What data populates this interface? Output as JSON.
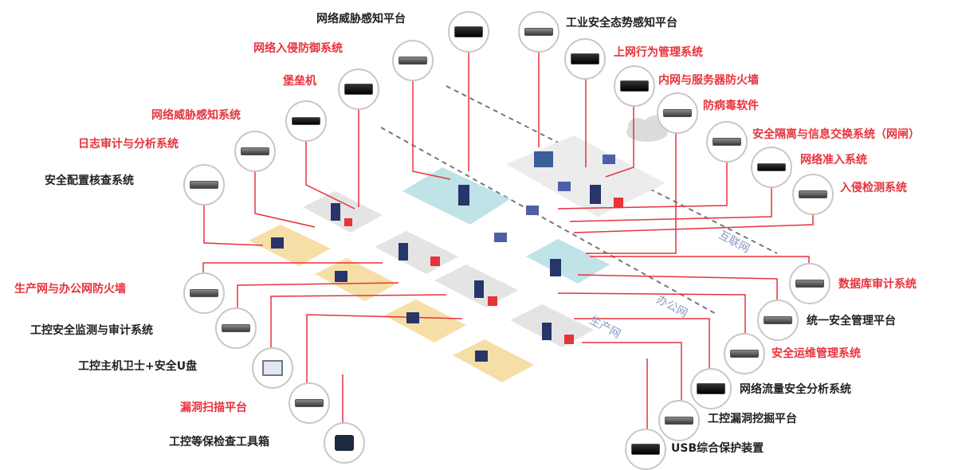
{
  "colors": {
    "accent_red": "#e8323c",
    "text_dark": "#222222",
    "zone_yellow": "#f6dfa6",
    "zone_teal": "#bfe3e6",
    "zone_grey": "#e6e6e6",
    "connector_red": "#e8323c"
  },
  "labels": {
    "top_threat_platform": "网络威胁感知平台",
    "industrial_situation": "工业安全态势感知平台",
    "intrusion_prevention": "网络入侵防御系统",
    "behavior_mgmt": "上网行为管理系统",
    "bastion": "堡垒机",
    "server_firewall": "内网与服务器防火墙",
    "threat_system": "网络威胁感知系统",
    "antivirus": "防病毒软件",
    "log_audit": "日志审计与分析系统",
    "isolation_exchange": "安全隔离与信息交换系统（网闸）",
    "config_check": "安全配置核查系统",
    "network_access": "网络准入系统",
    "ids": "入侵检测系统",
    "prod_office_firewall": "生产网与办公网防火墙",
    "db_audit": "数据库审计系统",
    "ics_monitor": "工控安全监测与审计系统",
    "unified_mgmt": "统一安全管理平台",
    "host_guard": "工控主机卫士+安全U盘",
    "ops_mgmt": "安全运维管理系统",
    "flow_analysis": "网络流量安全分析系统",
    "vuln_scan": "漏洞扫描平台",
    "vuln_mining": "工控漏洞挖掘平台",
    "compliance_toolbox": "工控等保检查工具箱",
    "usb_protect": "USB综合保护装置",
    "zone_internet": "互联网",
    "zone_office": "办公网",
    "zone_production": "生产网"
  },
  "icons": {
    "device": "network-appliance-icon",
    "laptop": "laptop-icon",
    "monitor": "workstation-icon",
    "cloud": "cloud-icon",
    "router": "router-icon"
  }
}
